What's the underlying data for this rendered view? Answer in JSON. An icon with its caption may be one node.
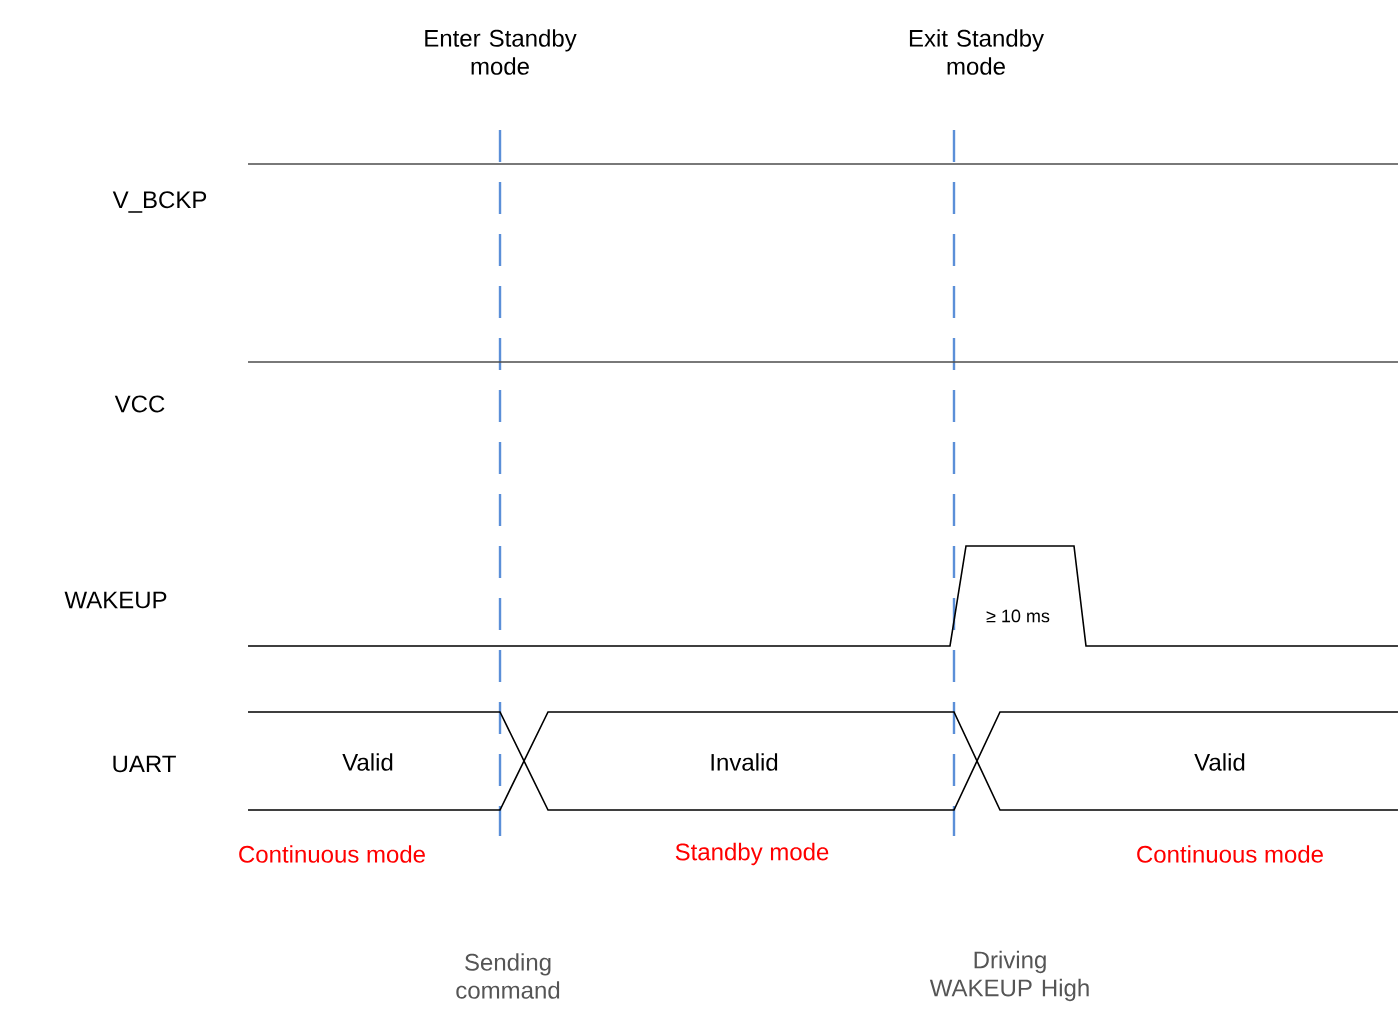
{
  "diagram": {
    "labels": [
      "Enter Standby mode",
      "Exit Standby mode",
      "V_BCKP",
      "VCC",
      "WAKEUP",
      "≥ 10 ms",
      "UART",
      "Valid",
      "Invalid",
      "Valid",
      "Continuous mode",
      "Standby mode",
      "Continuous mode",
      "Sending command",
      "Driving WAKEUP High"
    ]
  }
}
